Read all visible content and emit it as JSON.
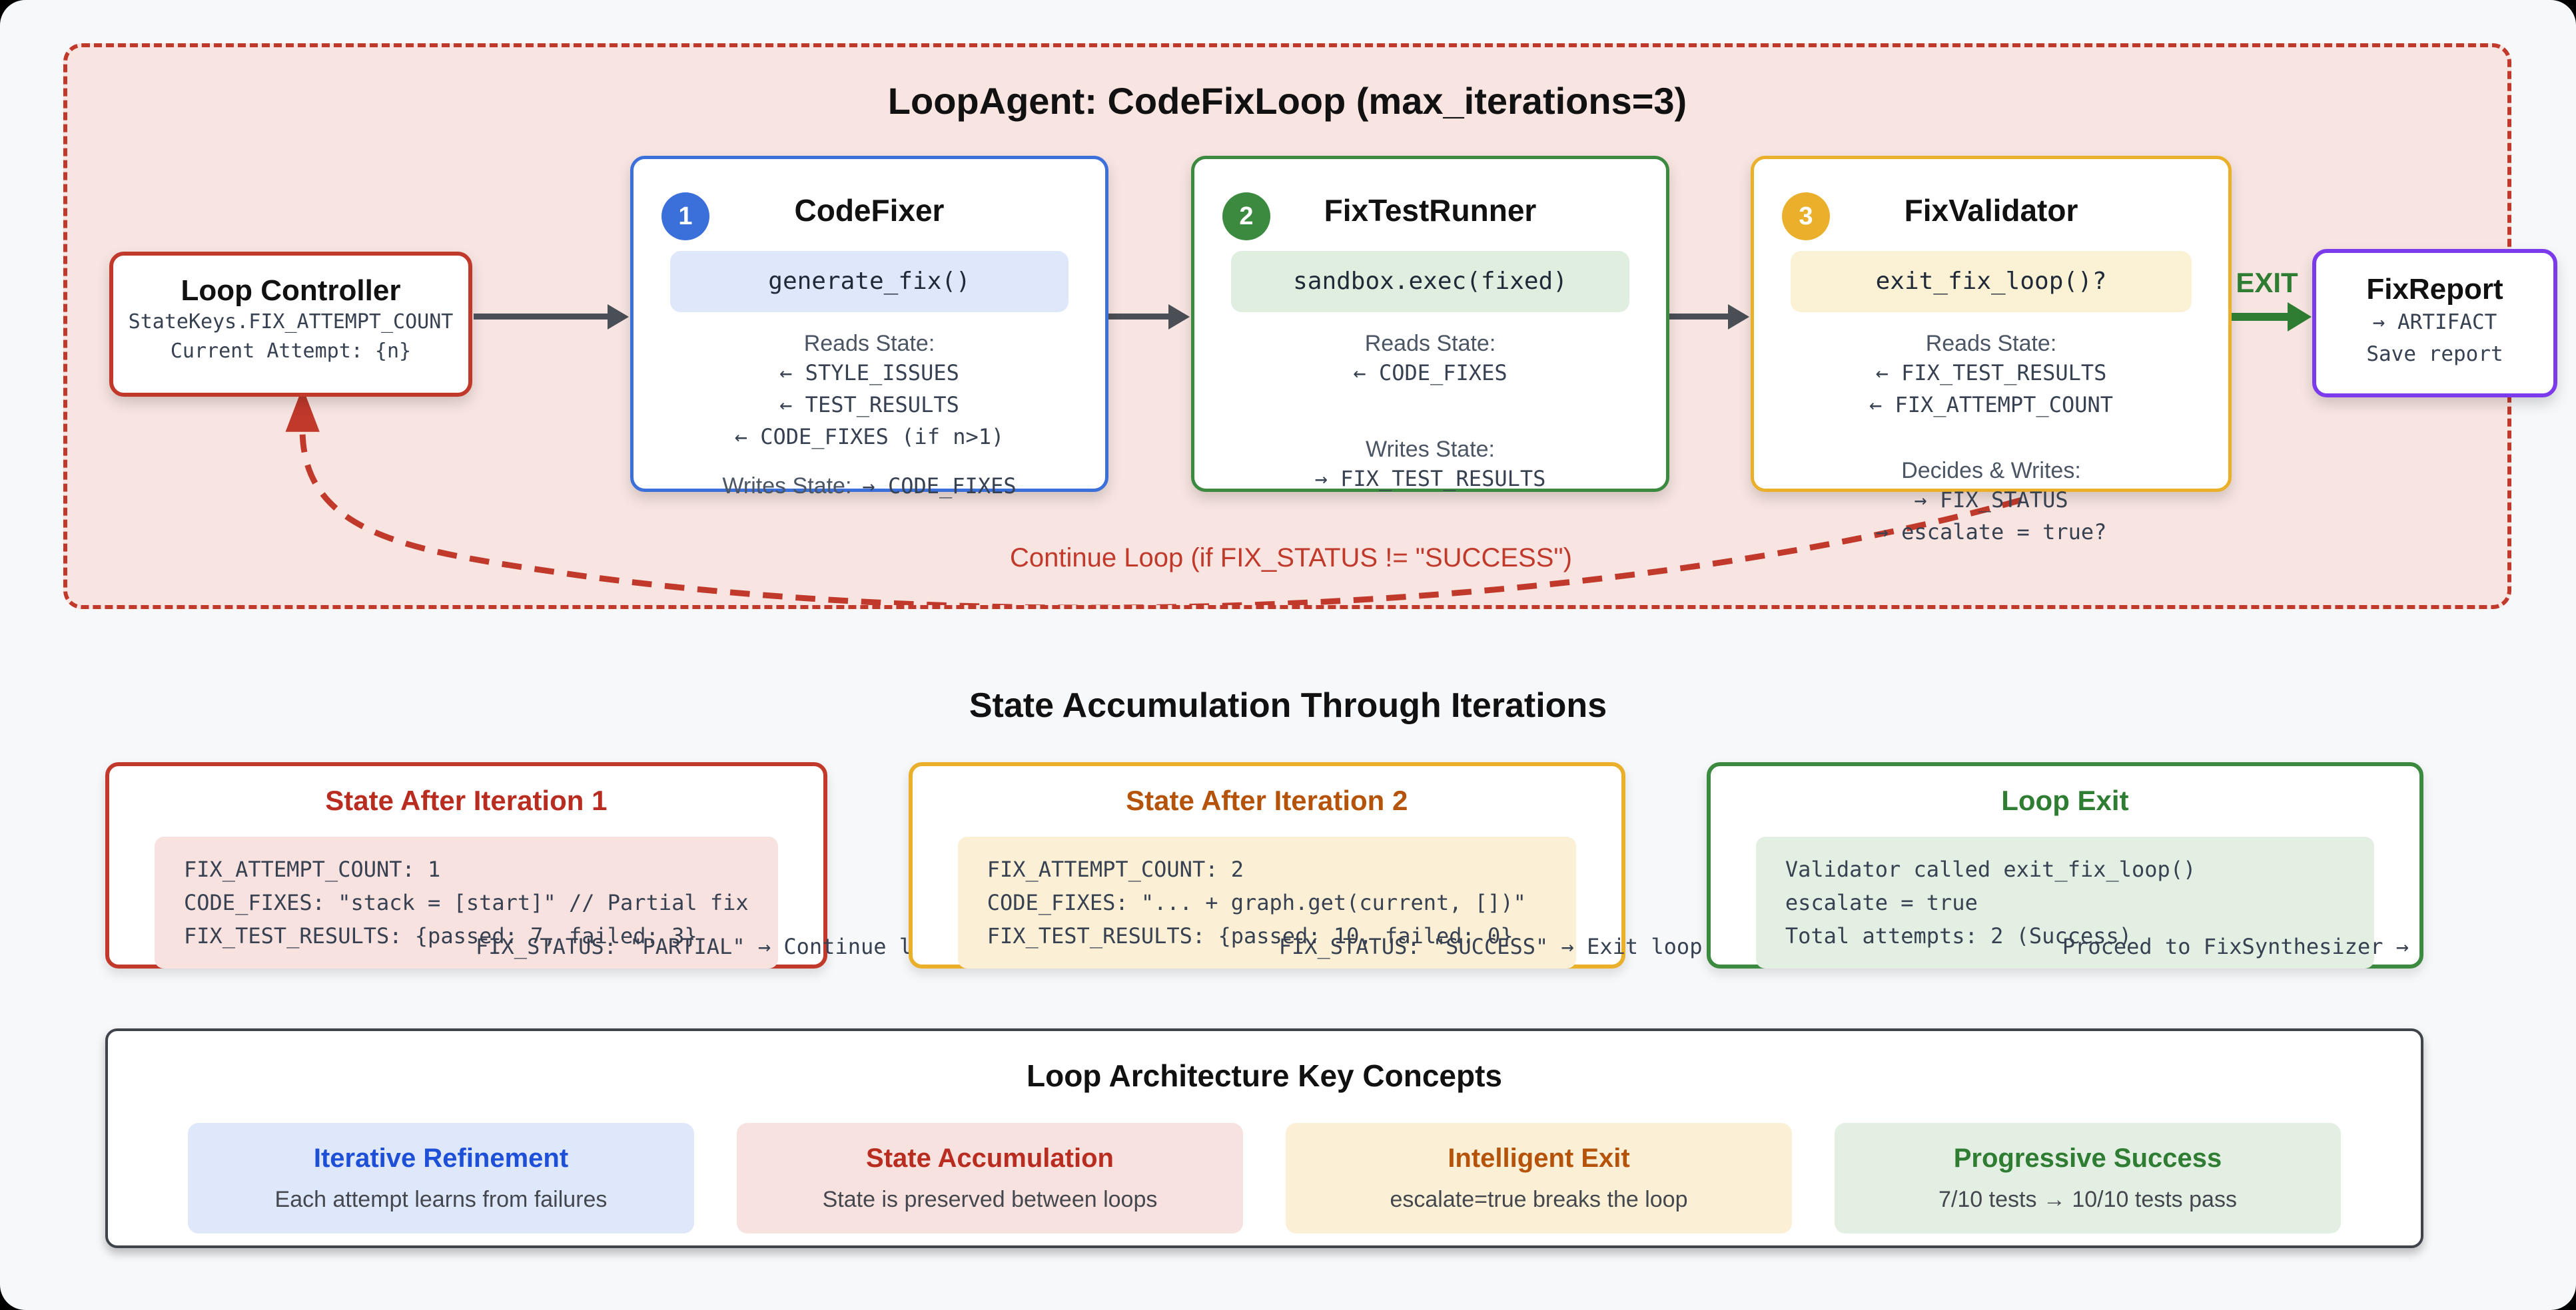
{
  "colors": {
    "page_bg": "#f7f8fa",
    "loop_bg": "#f8e5e1",
    "loop_border_red": "#c0392b",
    "node_blue": "#3b6fd9",
    "node_green": "#3c8a40",
    "node_amber": "#eab02c",
    "report_purple": "#7c3aed",
    "exit_green": "#2e7d32",
    "arrow_gray": "#4a4f55"
  },
  "loop": {
    "title": "LoopAgent: CodeFixLoop (max_iterations=3)",
    "controller": {
      "title": "Loop Controller",
      "line1": "StateKeys.FIX_ATTEMPT_COUNT",
      "line2": "Current Attempt: {n}"
    },
    "nodes": [
      {
        "badge": "1",
        "title": "CodeFixer",
        "pill": "generate_fix()",
        "reads_label": "Reads State:",
        "reads": [
          "← STYLE_ISSUES",
          "← TEST_RESULTS",
          "← CODE_FIXES (if n>1)"
        ],
        "writes_label": "Writes State:",
        "writes": [
          "→ CODE_FIXES"
        ]
      },
      {
        "badge": "2",
        "title": "FixTestRunner",
        "pill": "sandbox.exec(fixed)",
        "reads_label": "Reads State:",
        "reads": [
          "← CODE_FIXES"
        ],
        "writes_label": "Writes State:",
        "writes": [
          "→ FIX_TEST_RESULTS"
        ]
      },
      {
        "badge": "3",
        "title": "FixValidator",
        "pill": "exit_fix_loop()?",
        "reads_label": "Reads State:",
        "reads": [
          "← FIX_TEST_RESULTS",
          "← FIX_ATTEMPT_COUNT"
        ],
        "writes_label": "Decides & Writes:",
        "writes": [
          "→ FIX_STATUS",
          "→ escalate = true?"
        ]
      }
    ],
    "exit_label": "EXIT",
    "report": {
      "title": "FixReport",
      "line1": "→ ARTIFACT",
      "line2": "Save report"
    },
    "continue_label": "Continue Loop (if FIX_STATUS != \"SUCCESS\")"
  },
  "state_section": {
    "title": "State Accumulation Through Iterations",
    "cards": [
      {
        "title": "State After Iteration 1",
        "code": [
          "FIX_ATTEMPT_COUNT: 1",
          "CODE_FIXES: \"stack = [start]\" // Partial fix",
          "FIX_TEST_RESULTS: {passed: 7, failed: 3}"
        ],
        "status": "FIX_STATUS: \"PARTIAL\" → Continue loop"
      },
      {
        "title": "State After Iteration 2",
        "code": [
          "FIX_ATTEMPT_COUNT: 2",
          "CODE_FIXES: \"... + graph.get(current, [])\"",
          "FIX_TEST_RESULTS: {passed: 10, failed: 0}"
        ],
        "status": "FIX_STATUS: \"SUCCESS\" → Exit loop"
      },
      {
        "title": "Loop Exit",
        "code": [
          "Validator called exit_fix_loop()",
          "escalate = true",
          "Total attempts: 2 (Success)"
        ],
        "status": "Proceed to FixSynthesizer →"
      }
    ]
  },
  "concepts": {
    "title": "Loop Architecture Key Concepts",
    "items": [
      {
        "title": "Iterative Refinement",
        "desc": "Each attempt learns from failures"
      },
      {
        "title": "State Accumulation",
        "desc": "State is preserved between loops"
      },
      {
        "title": "Intelligent Exit",
        "desc": "escalate=true breaks the loop"
      },
      {
        "title": "Progressive Success",
        "desc": "7/10 tests → 10/10 tests pass"
      }
    ]
  }
}
